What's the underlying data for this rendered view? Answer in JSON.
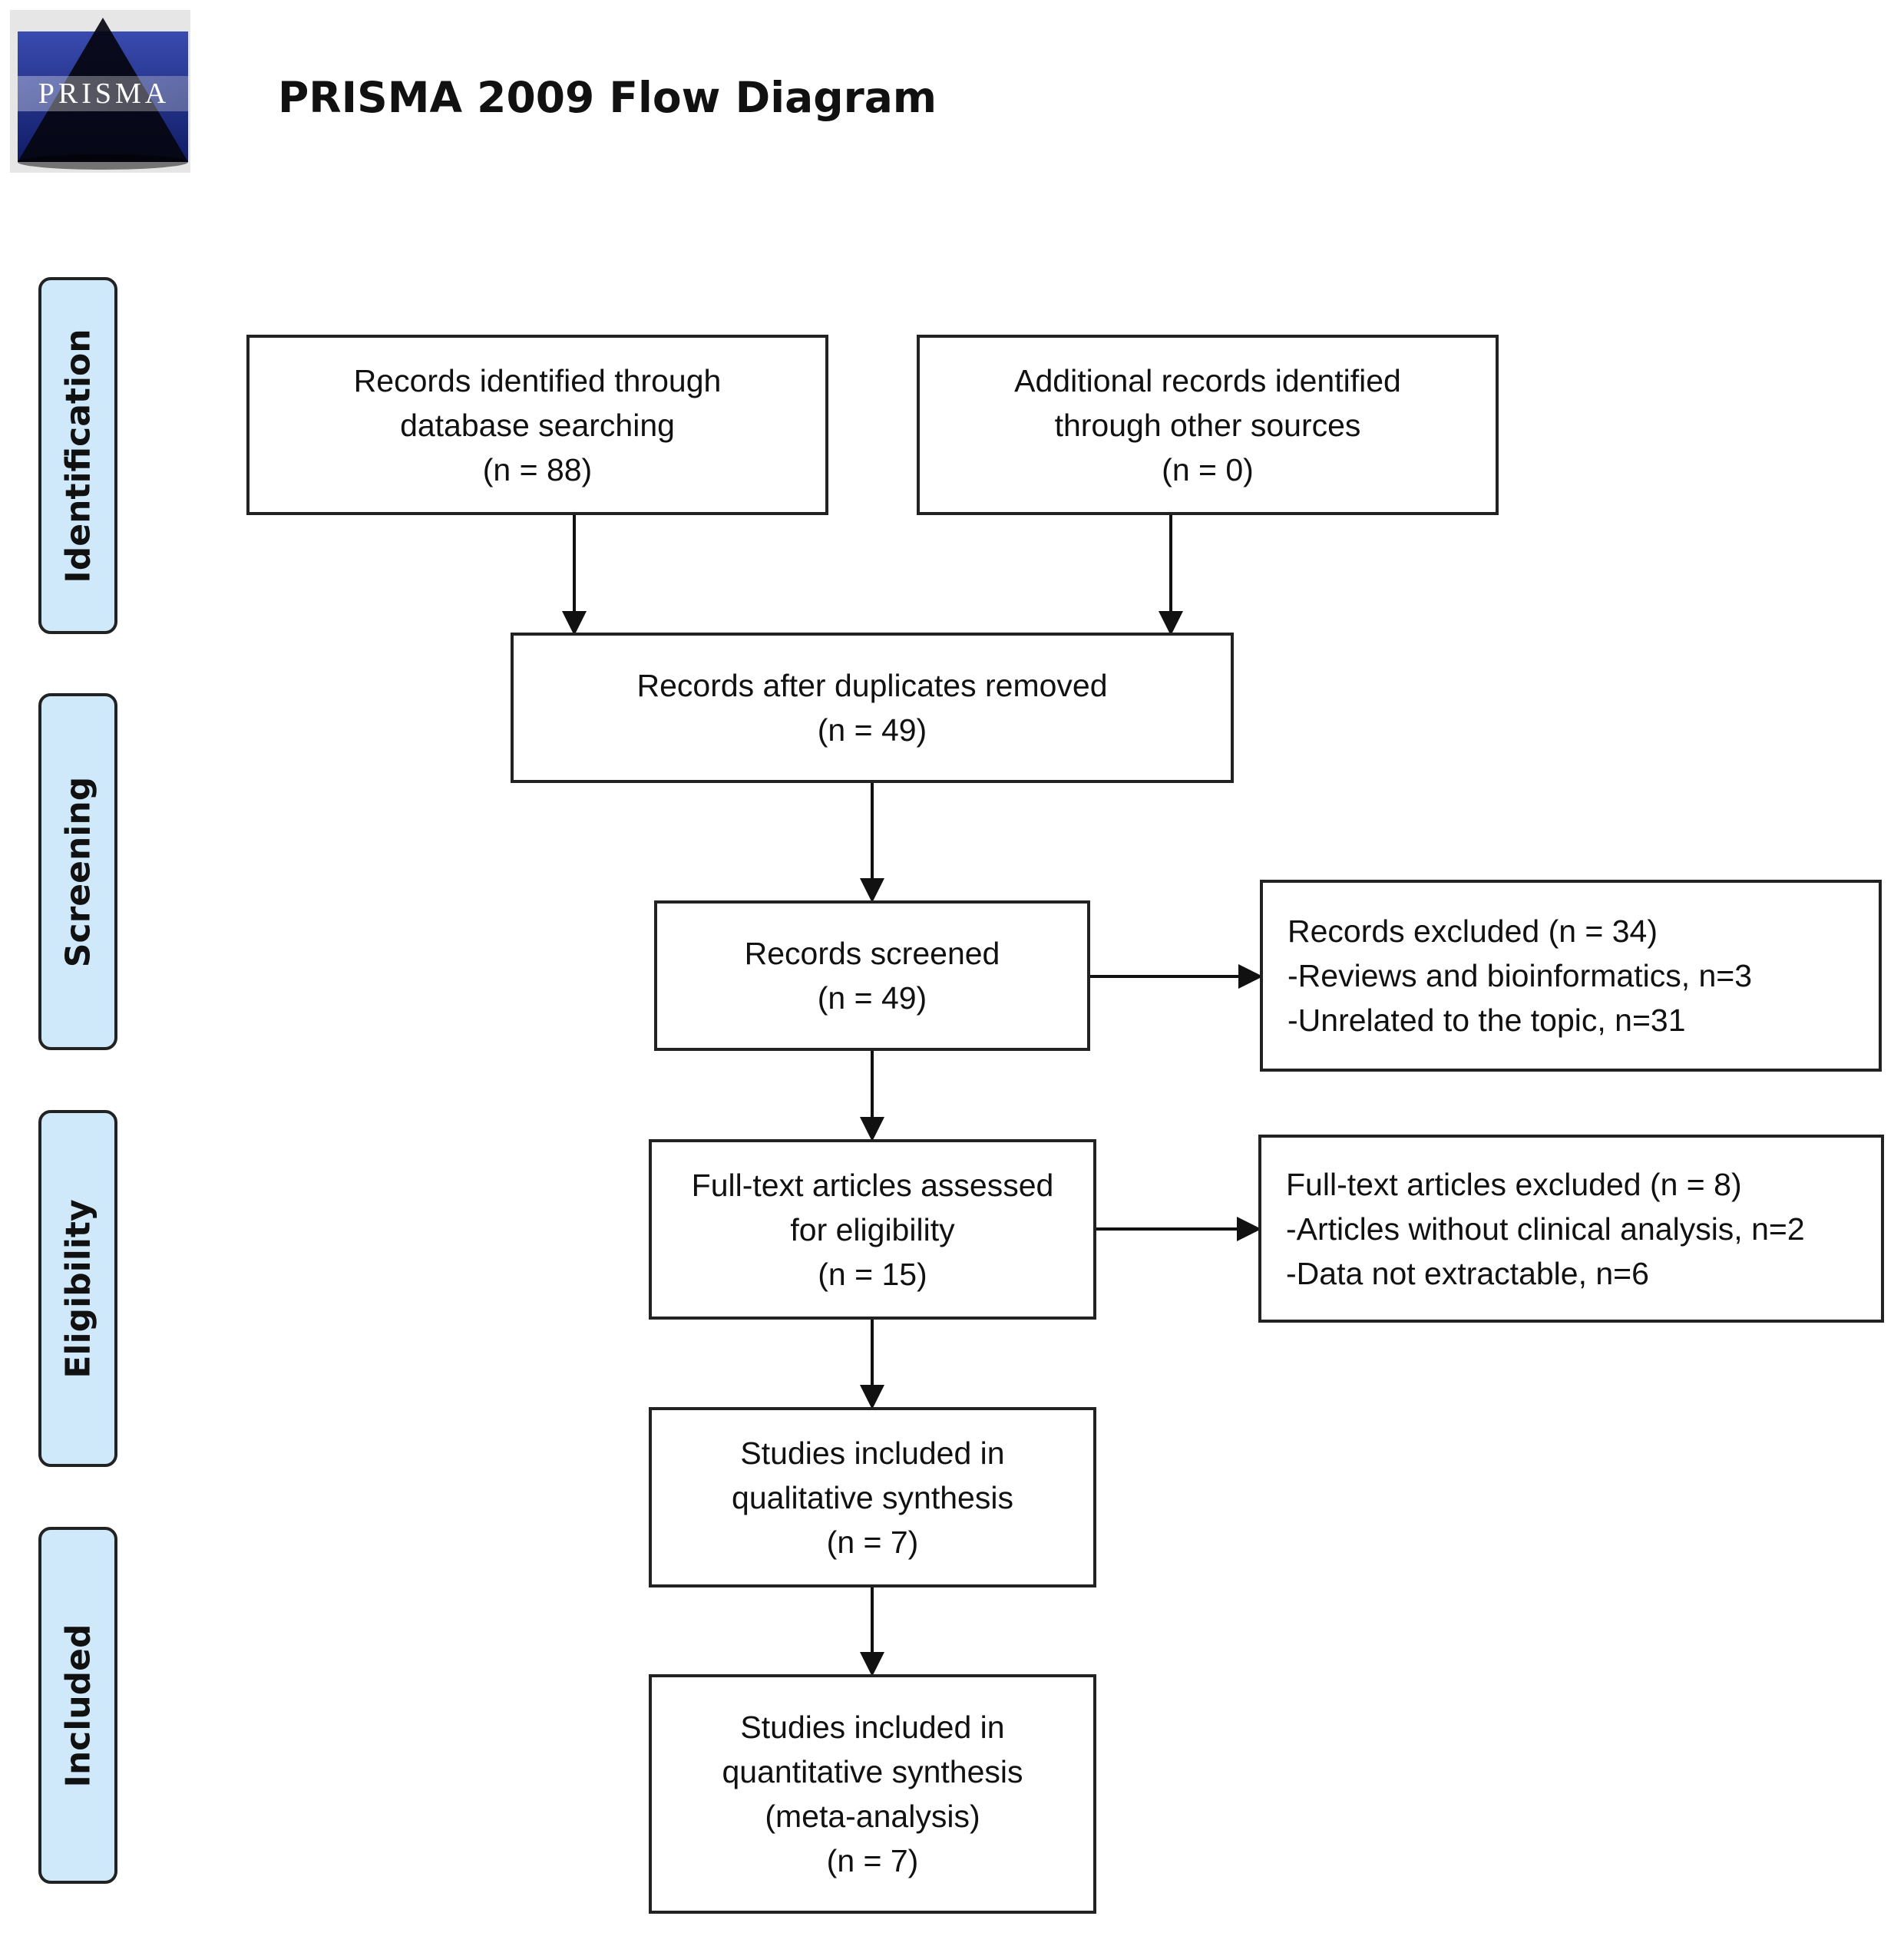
{
  "header": {
    "logo_text": "PRISMA",
    "title": "PRISMA 2009 Flow Diagram"
  },
  "stages": {
    "identification": "Identification",
    "screening": "Screening",
    "eligibility": "Eligibility",
    "included": "Included"
  },
  "boxes": {
    "database": {
      "line1": "Records identified through",
      "line2": "database searching",
      "count": "(n = 88)"
    },
    "other_sources": {
      "line1": "Additional records identified",
      "line2": "through other sources",
      "count": "(n = 0)"
    },
    "deduplicated": {
      "line1": "Records after duplicates removed",
      "count": "(n = 49)"
    },
    "screened": {
      "line1": "Records screened",
      "count": "(n = 49)"
    },
    "excluded": {
      "line1": "Records excluded (n = 34)",
      "line2": "-Reviews and bioinformatics, n=3",
      "line3": "-Unrelated to the topic, n=31"
    },
    "fulltext": {
      "line1": "Full-text articles assessed",
      "line2": "for eligibility",
      "count": "(n = 15)"
    },
    "fulltext_excluded": {
      "line1": "Full-text articles excluded (n = 8)",
      "line2": "-Articles without clinical analysis, n=2",
      "line3": "-Data not extractable, n=6"
    },
    "qualitative": {
      "line1": "Studies included in",
      "line2": "qualitative synthesis",
      "count": "(n = 7)"
    },
    "quantitative": {
      "line1": "Studies included in",
      "line2": "quantitative synthesis",
      "line3": "(meta-analysis)",
      "count": "(n = 7)"
    }
  },
  "colors": {
    "stage_fill": "#cfe9fb",
    "border": "#222222"
  }
}
